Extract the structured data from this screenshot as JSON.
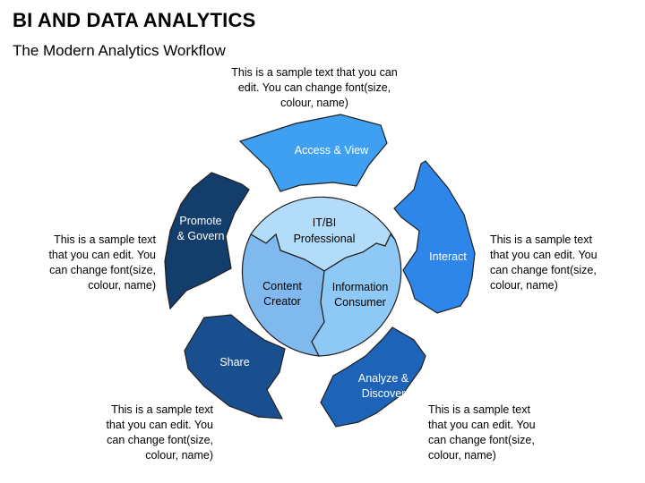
{
  "title": "BI AND DATA ANALYTICS",
  "subtitle": "The Modern Analytics Workflow",
  "colors": {
    "access": "#3fa0f2",
    "interact": "#2e86e8",
    "analyze": "#1d63b8",
    "share": "#1a4f8f",
    "promote": "#133d6b",
    "center_top": "#b3dcf9",
    "center_left": "#7fb9ee",
    "center_right": "#8ec9f5",
    "outline": "#1f1f1f"
  },
  "segments": {
    "access": "Access & View",
    "interact": "Interact",
    "analyze": {
      "line1": "Analyze &",
      "line2": "Discover"
    },
    "share": "Share",
    "promote": {
      "line1": "Promote",
      "line2": "& Govern"
    }
  },
  "center": {
    "top": {
      "line1": "IT/BI",
      "line2": "Professional"
    },
    "left": {
      "line1": "Content",
      "line2": "Creator"
    },
    "right": {
      "line1": "Information",
      "line2": "Consumer"
    }
  },
  "notes": {
    "top": [
      "This is a sample text that you can",
      "edit. You can change font(size,",
      "colour, name)"
    ],
    "left": [
      "This is a sample text",
      "that you can edit. You",
      "can change font(size,",
      "colour, name)"
    ],
    "right": [
      "This is a sample text",
      "that you can edit. You",
      "can change font(size,",
      "colour, name)"
    ],
    "bottom_left": [
      "This is a sample text",
      "that you can edit. You",
      "can change font(size,",
      "colour, name)"
    ],
    "bottom_right": [
      "This is a sample text",
      "that you can edit. You",
      "can change font(size,",
      "colour, name)"
    ]
  }
}
